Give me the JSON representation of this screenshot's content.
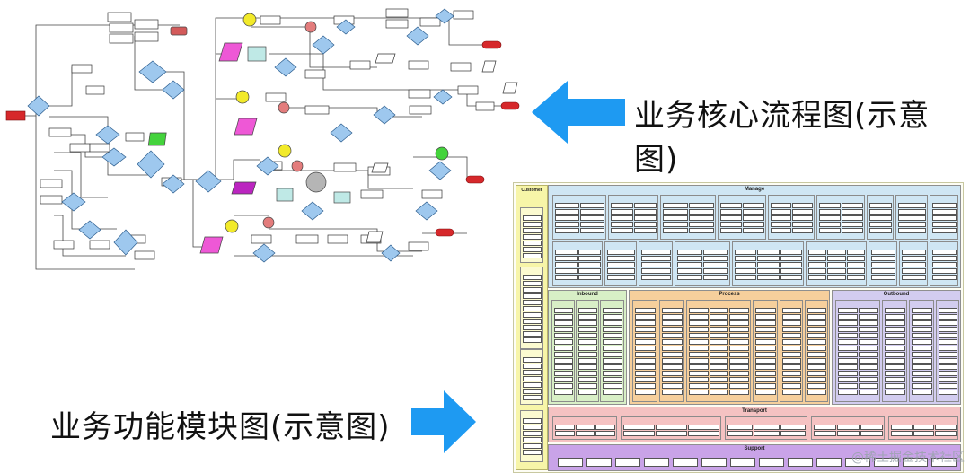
{
  "captions": {
    "core_flow": "业务核心流程图(示意图)",
    "function_modules": "业务功能模块图(示意图)"
  },
  "module_map": {
    "customer_label": "Customer",
    "sections": {
      "manage": "Manage",
      "inbound": "Inbound",
      "process": "Process",
      "outbound": "Outbound",
      "transport": "Transport",
      "support": "Support"
    }
  },
  "watermark": "@稀土掘金技术社区",
  "colors": {
    "arrow": "#1e9af2",
    "diamond": "#9ec8ee",
    "manage": "#cfe6f4",
    "inbound": "#d8efc6",
    "process": "#f6cf9c",
    "outbound": "#d2ccef",
    "transport": "#f5c2c2",
    "support": "#c9a3e8",
    "customer": "#f7f5a8"
  }
}
